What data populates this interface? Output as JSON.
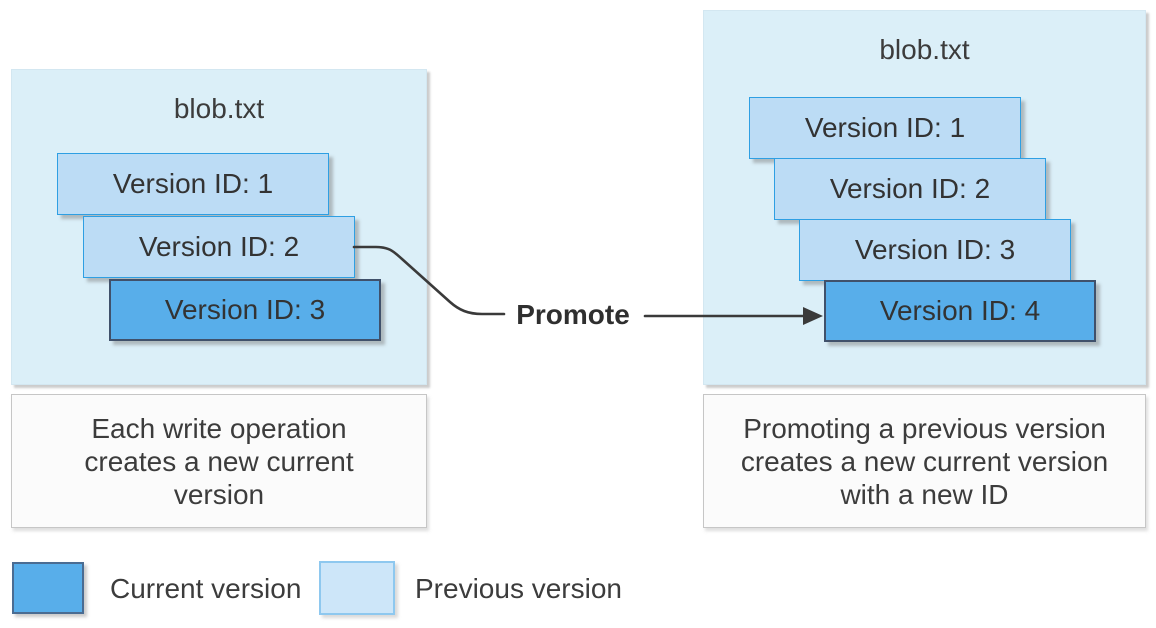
{
  "diagram": {
    "left_panel": {
      "file_name": "blob.txt",
      "versions": [
        {
          "label": "Version ID: 1",
          "state": "previous"
        },
        {
          "label": "Version ID: 2",
          "state": "previous"
        },
        {
          "label": "Version ID: 3",
          "state": "current"
        }
      ],
      "caption": "Each write operation\ncreates a new current\nversion"
    },
    "right_panel": {
      "file_name": "blob.txt",
      "versions": [
        {
          "label": "Version ID: 1",
          "state": "previous"
        },
        {
          "label": "Version ID: 2",
          "state": "previous"
        },
        {
          "label": "Version ID: 3",
          "state": "previous"
        },
        {
          "label": "Version ID: 4",
          "state": "current"
        }
      ],
      "caption": "Promoting a previous version\ncreates a new current version\nwith a new ID"
    },
    "connector": {
      "label": "Promote"
    },
    "legend": [
      {
        "label": "Current version",
        "swatch": "current"
      },
      {
        "label": "Previous version",
        "swatch": "previous"
      }
    ],
    "colors": {
      "panel_fill": "#dbeff8",
      "previous_version_fill": "#bcdcf5",
      "previous_version_border": "#2e9fe3",
      "current_version_fill": "#58aeea",
      "current_version_border": "#40516b",
      "caption_fill": "#fbfbfb",
      "arrow": "#3a3a3a"
    }
  }
}
